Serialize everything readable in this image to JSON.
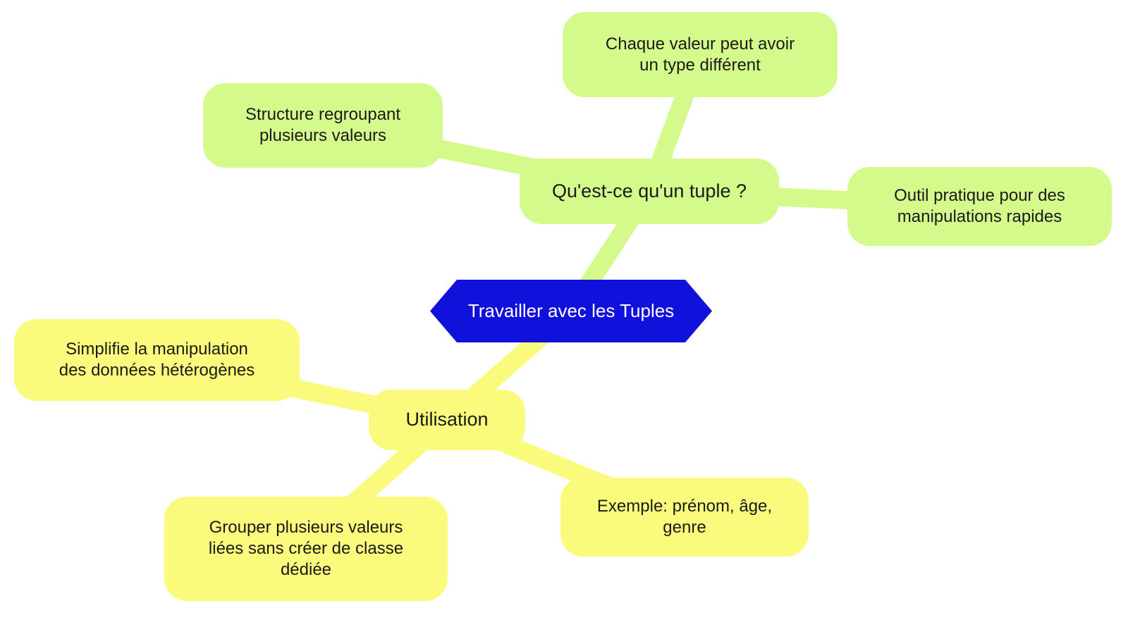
{
  "colors": {
    "background": "#ffffff",
    "root_bg": "#1111dc",
    "root_text": "#ffffff",
    "quest_branch": "#d4fa8c",
    "utilisation_branch": "#fafa7d",
    "node_text": "#1a1a1a"
  },
  "mindmap": {
    "root": {
      "label": "Travailler avec les Tuples"
    },
    "branches": [
      {
        "label": "Qu'est-ce qu'un tuple ?",
        "color": "#d4fa8c",
        "children": [
          {
            "label": "Structure regroupant\nplusieurs valeurs"
          },
          {
            "label": "Chaque valeur peut avoir\nun type différent"
          },
          {
            "label": "Outil pratique pour des\nmanipulations rapides"
          }
        ]
      },
      {
        "label": "Utilisation",
        "color": "#fafa7d",
        "children": [
          {
            "label": "Simplifie la manipulation\ndes données hétérogènes"
          },
          {
            "label": "Grouper plusieurs valeurs\nliées sans créer de classe\ndédiée"
          },
          {
            "label": "Exemple: prénom, âge,\ngenre"
          }
        ]
      }
    ]
  }
}
